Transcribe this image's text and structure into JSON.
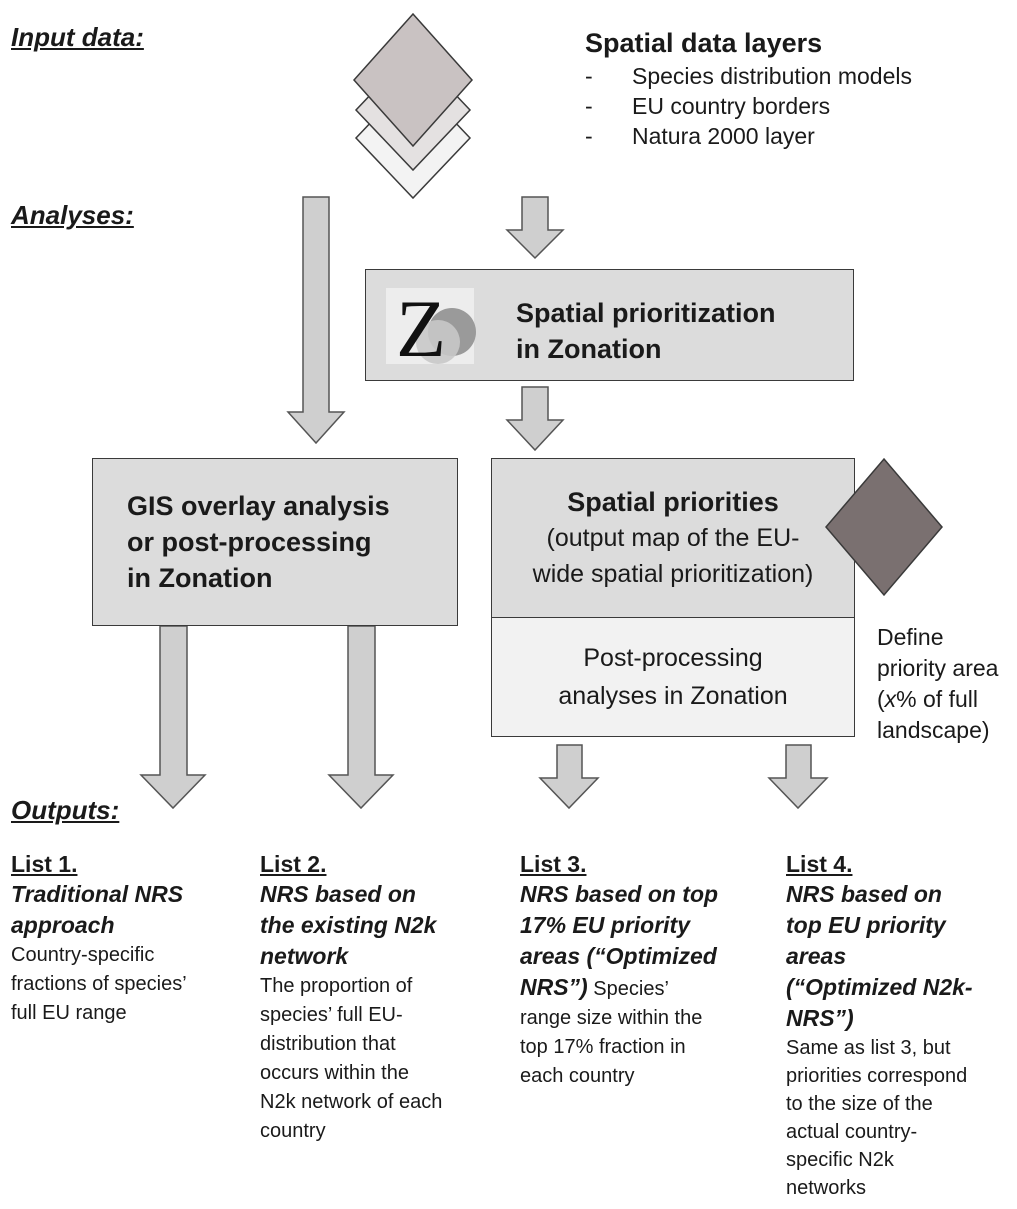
{
  "sections": {
    "input": "Input data:",
    "analyses": "Analyses:",
    "outputs": "Outputs:"
  },
  "input_layers": {
    "title": "Spatial data layers",
    "items": [
      "Species distribution models",
      "EU country borders",
      "Natura 2000 layer"
    ]
  },
  "zonation_box": {
    "line1": "Spatial prioritization",
    "line2": "in Zonation",
    "logo_letter": "Z"
  },
  "gis_box": {
    "lines": [
      "GIS overlay analysis",
      "or post-processing",
      "in Zonation"
    ]
  },
  "priorities_box": {
    "title": "Spatial priorities",
    "lines": [
      "(output map of the EU-",
      "wide spatial prioritization)"
    ]
  },
  "postproc_box": {
    "lines": [
      "Post-processing",
      "analyses in Zonation"
    ]
  },
  "define_note": {
    "line1": "Define",
    "line2": "priority area",
    "line3_prefix": "(",
    "line3_var": "x",
    "line3_rest": "% of full",
    "line4": "landscape)"
  },
  "outputs": {
    "list1": {
      "heading": "List 1.",
      "subtitle": [
        "Traditional NRS",
        "approach"
      ],
      "desc": [
        "Country-specific",
        "fractions of species’",
        "full EU range"
      ]
    },
    "list2": {
      "heading": "List 2.",
      "subtitle": [
        "NRS based on",
        "the existing N2k",
        "network"
      ],
      "desc": [
        "The proportion of",
        "species’ full EU-",
        "distribution that",
        "occurs within the",
        "N2k network of each",
        "country"
      ]
    },
    "list3": {
      "heading": "List 3.",
      "subtitle": [
        "NRS based on top",
        "17% EU priority",
        "areas (“Optimized"
      ],
      "subtitle_last": "NRS”)",
      "desc_inline": " Species’",
      "desc": [
        "range size within the",
        "top 17% fraction in",
        "each country"
      ]
    },
    "list4": {
      "heading": "List 4.",
      "subtitle": [
        "NRS based on",
        "top EU priority",
        "areas",
        "(“Optimized  N2k-",
        "NRS”)"
      ],
      "desc": [
        "Same as list 3, but",
        "priorities correspond",
        "to the size of the",
        "actual country-",
        "specific N2k",
        "networks"
      ]
    }
  },
  "colors": {
    "box_mid": "#dcdcdc",
    "box_light": "#f2f2f2",
    "arrow_fill": "#cfcfcf",
    "arrow_stroke": "#555555",
    "diamond_dark": "#7a7070",
    "diamond_mid": "#c9c2c2",
    "diamond_light": "#f3f3f3"
  }
}
